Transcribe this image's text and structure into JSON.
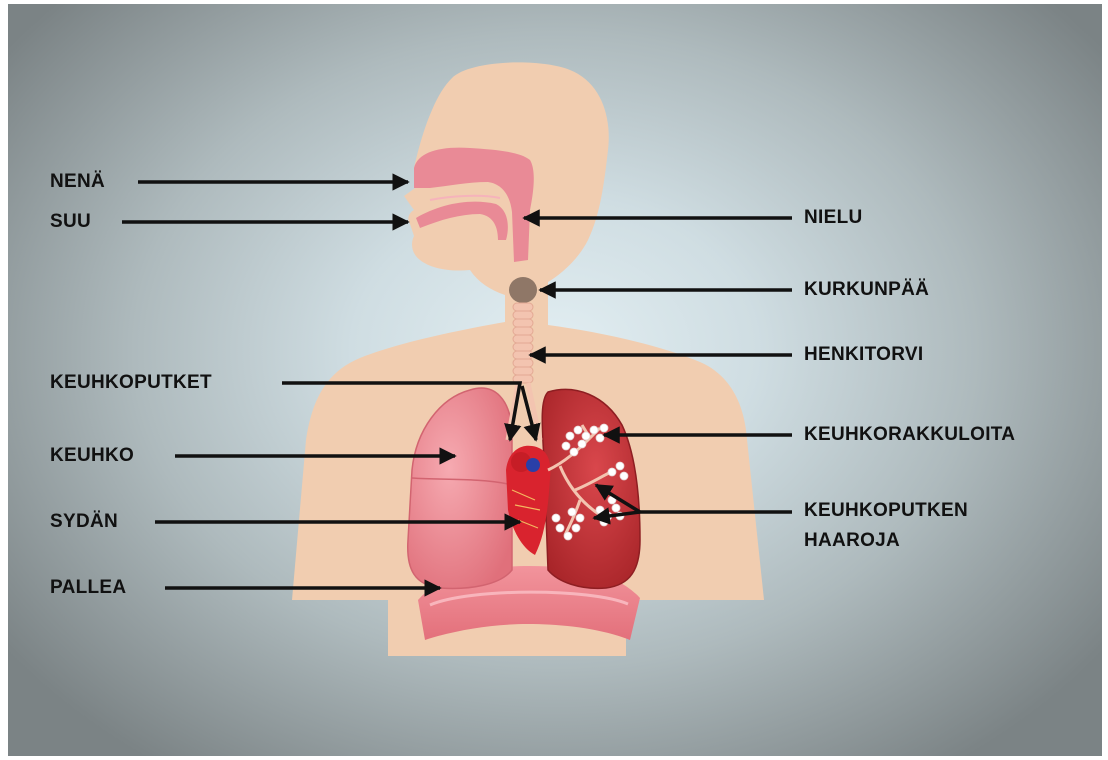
{
  "labels_left": {
    "nena": "NENÄ",
    "suu": "SUU",
    "keuhkoputket": "KEUHKOPUTKET",
    "keuhko": "KEUHKO",
    "sydan": "SYDÄN",
    "pallea": "PALLEA"
  },
  "labels_right": {
    "nielu": "NIELU",
    "kurkunpaa": "KURKUNPÄÄ",
    "henkitorvi": "HENKITORVI",
    "keuhkorakkuloita": "KEUHKORAKKULOITA",
    "keuhkoputken_line1": "KEUHKOPUTKEN",
    "keuhkoputken_line2": "HAAROJA"
  },
  "colors": {
    "skin": "#f1cdb0",
    "airway": "#e98a96",
    "lung_left": "#ef8f98",
    "lung_right": "#c7393f",
    "heart": "#d9232e",
    "larynx": "#8f7767",
    "arrow": "#111111"
  }
}
